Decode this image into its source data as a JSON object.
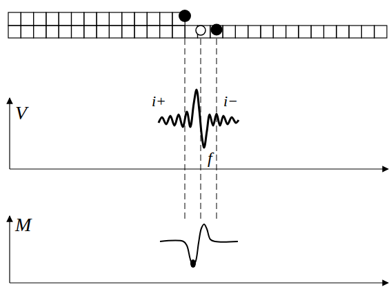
{
  "diagram": {
    "labels": [
      "V",
      "i+",
      "i−",
      "f",
      "M"
    ]
  }
}
